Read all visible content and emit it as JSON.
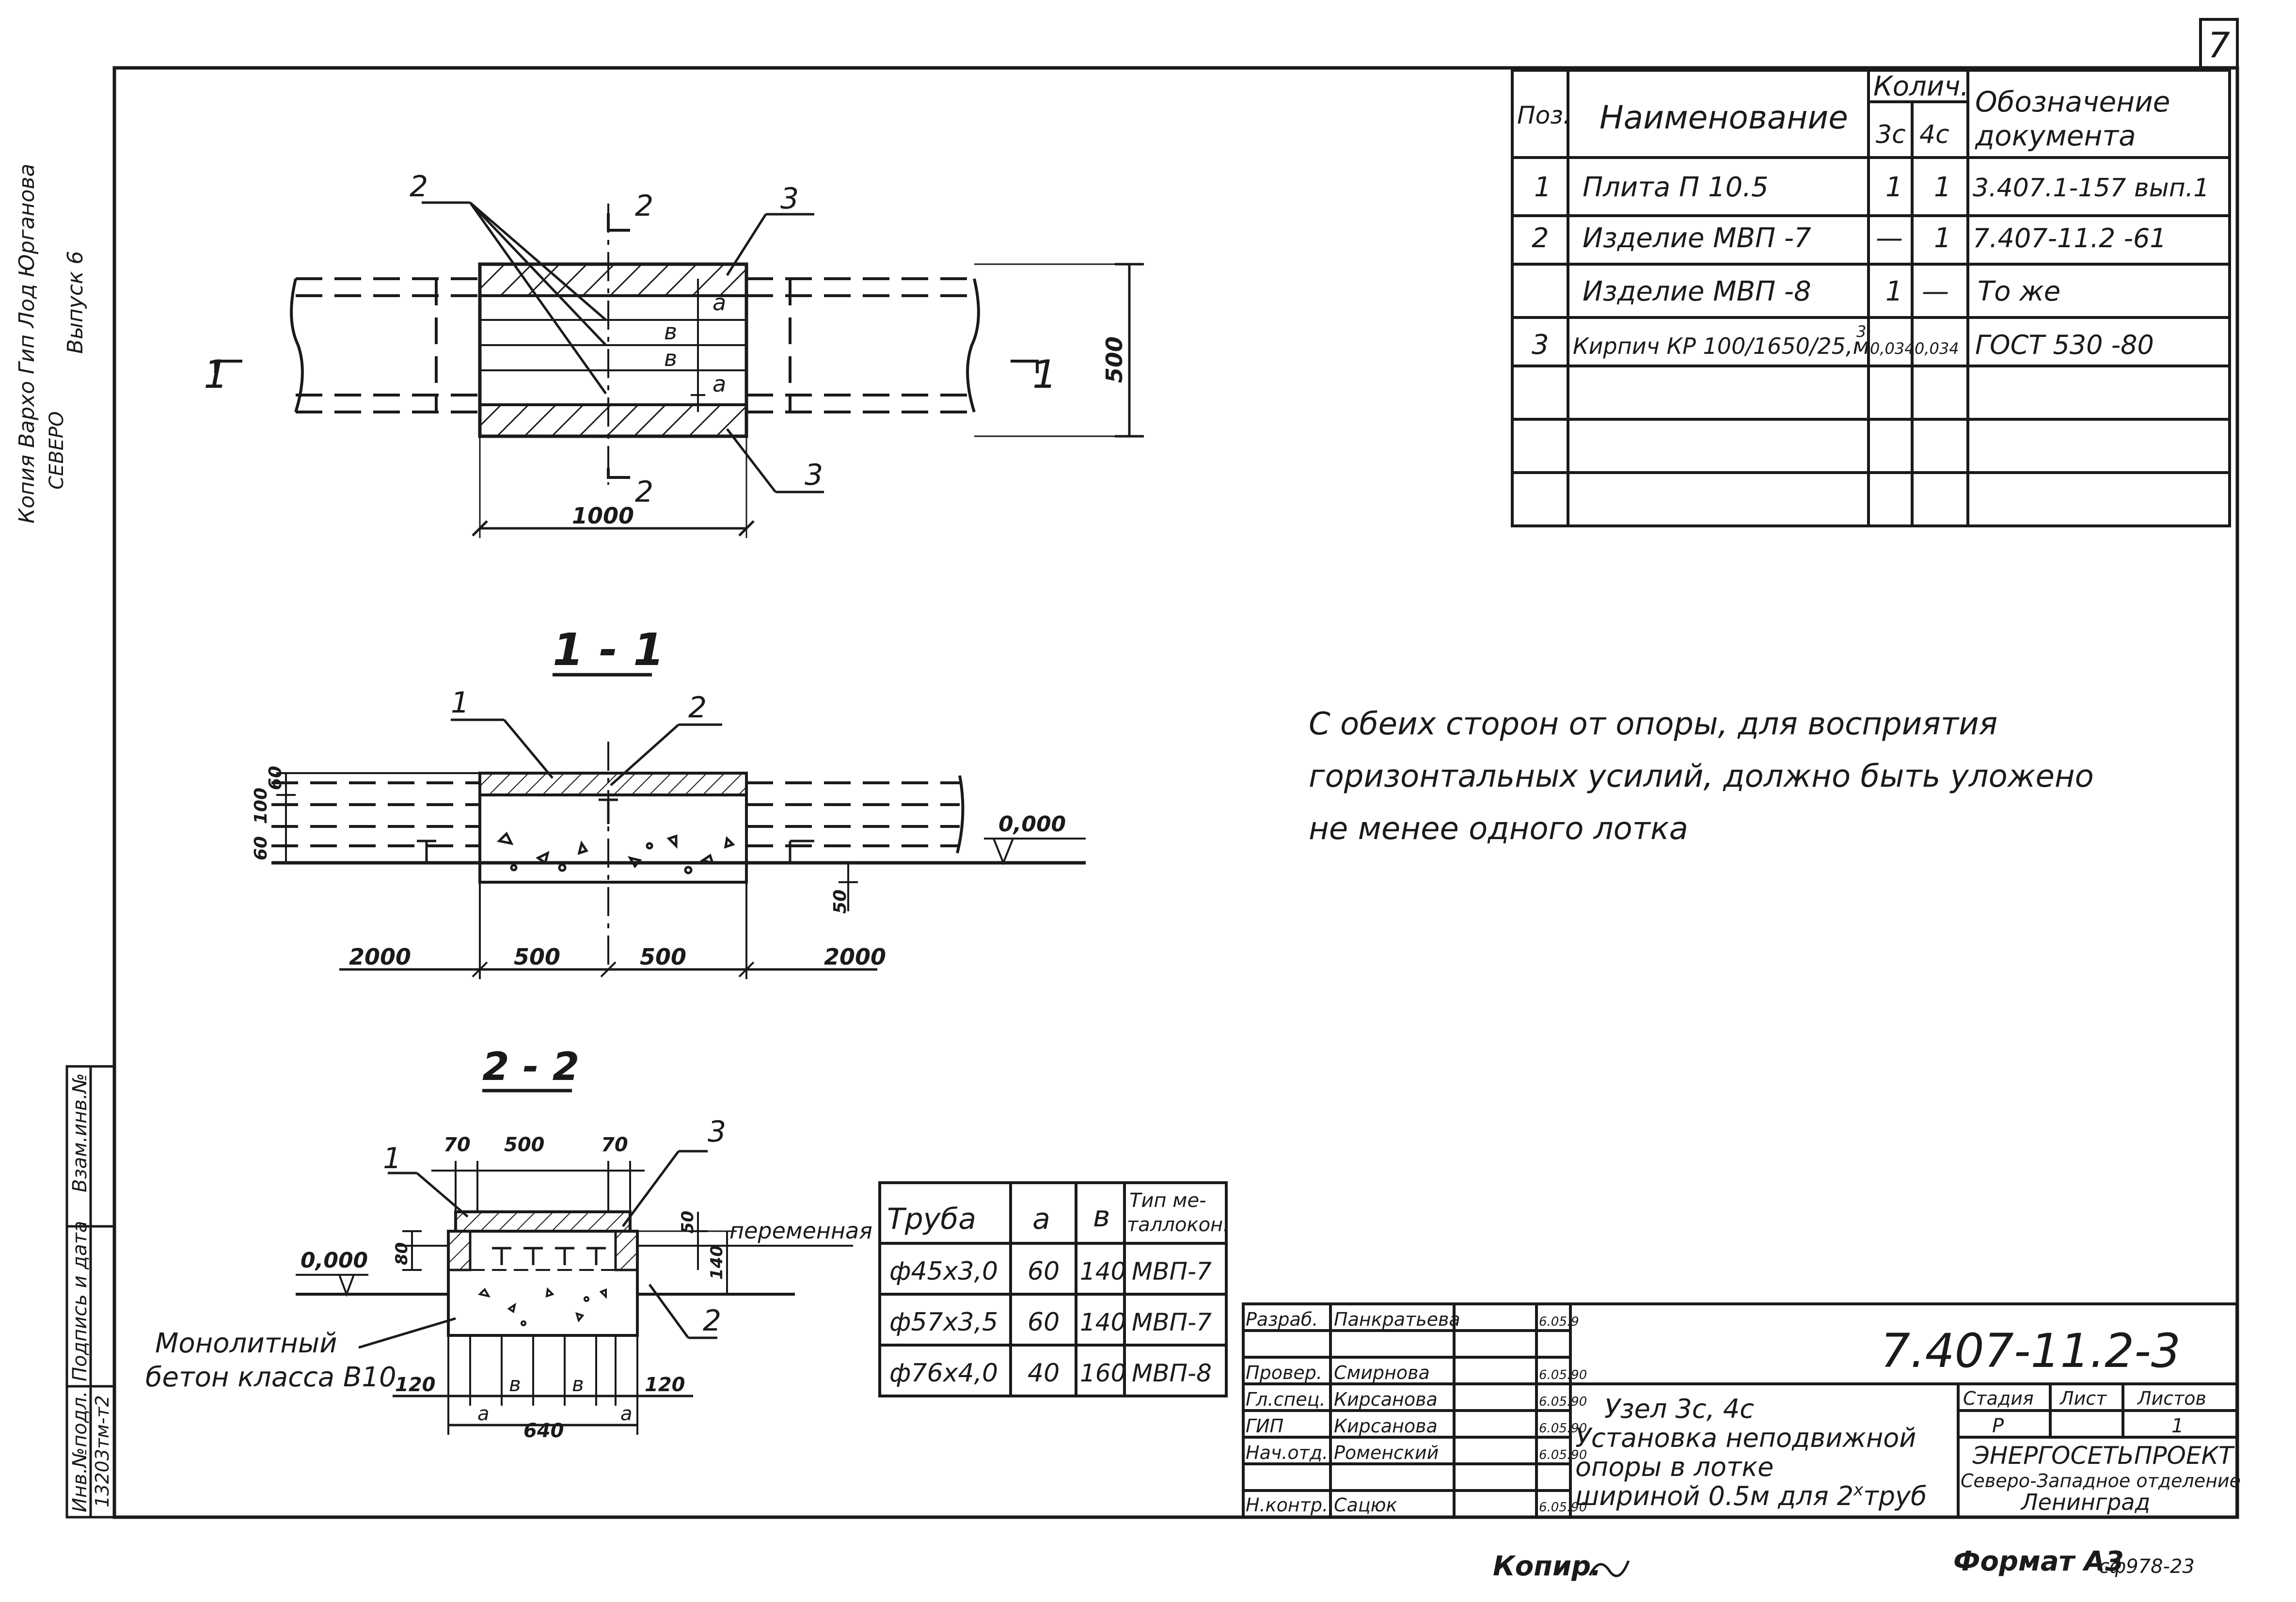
{
  "sheet_number": "7",
  "side_stamp": {
    "line1": "Копия Вархо Гип Лод Юрганова",
    "line2": "Выпуск 6",
    "line3": "СЕВЕРО"
  },
  "plan": {
    "section_mark_left": "1",
    "section_mark_right": "1",
    "cut_label_top": "2",
    "cut_label_bottom": "2",
    "callout_2": "2",
    "callout_3_top": "3",
    "callout_3_bottom": "3",
    "dim_a1": "a",
    "dim_b1": "в",
    "dim_b2": "в",
    "dim_a2": "a",
    "dim_500": "500",
    "dim_1000": "1000"
  },
  "section_1_1": {
    "title": "1 - 1",
    "callout_1": "1",
    "callout_2": "2",
    "dim_60_top": "60",
    "dim_100": "100",
    "dim_60_bottom": "60",
    "elevation": "0,000",
    "dim_50": "50",
    "dim_2000_left": "2000",
    "dim_500_left": "500",
    "dim_500_right": "500",
    "dim_2000_right": "2000"
  },
  "section_2_2": {
    "title": "2 - 2",
    "callout_1": "1",
    "callout_2": "2",
    "callout_3": "3",
    "dim_70_left": "70",
    "dim_500": "500",
    "dim_70_right": "70",
    "dim_50": "50",
    "dim_80": "80",
    "dim_140": "140",
    "variable_label": "переменная",
    "elevation": "0,000",
    "concrete_line1": "Монолитный",
    "concrete_line2": "бетон класса B10",
    "dim_120_left": "120",
    "dim_b_left": "в",
    "dim_b_right": "в",
    "dim_120_right": "120",
    "dim_a_left": "a",
    "dim_a_right": "a",
    "dim_640": "640"
  },
  "spec_table": {
    "headers": {
      "pos": "Поз.",
      "name": "Наименование",
      "qty": "Колич.",
      "qty_3c": "3с",
      "qty_4c": "4с",
      "doc": "Обозначение документа",
      "doc_line1": "Обозначение",
      "doc_line2": "документа"
    },
    "rows": [
      {
        "pos": "1",
        "name": "Плита П 10.5",
        "q3": "1",
        "q4": "1",
        "doc": "3.407.1-157 вып.1"
      },
      {
        "pos": "2",
        "name": "Изделие МВП -7",
        "q3": "—",
        "q4": "1",
        "doc": "7.407-11.2 -61"
      },
      {
        "pos": "",
        "name": "Изделие МВП -8",
        "q3": "1",
        "q4": "—",
        "doc": "То же"
      },
      {
        "pos": "3",
        "name": "Кирпич КР 100/1650/25,м",
        "q3": "0,034",
        "q4": "0,034",
        "doc": "ГОСТ 530 -80"
      }
    ],
    "name_superscript": "3"
  },
  "note": {
    "line1": "С обеих сторон от опоры, для восприятия",
    "line2": "горизонтальных усилий, должно быть уложено",
    "line3": "не менее одного лотка"
  },
  "pipe_table": {
    "headers": {
      "pipe": "Труба",
      "a": "a",
      "b": "в",
      "type_line1": "Тип ме-",
      "type_line2": "таллокон."
    },
    "rows": [
      {
        "pipe": "ф45х3,0",
        "a": "60",
        "b": "140",
        "type": "МВП-7"
      },
      {
        "pipe": "ф57х3,5",
        "a": "60",
        "b": "140",
        "type": "МВП-7"
      },
      {
        "pipe": "ф76х4,0",
        "a": "40",
        "b": "160",
        "type": "МВП-8"
      }
    ]
  },
  "title_block": {
    "code": "7.407-11.2-3",
    "people": [
      {
        "role": "Разраб.",
        "name": "Панкратьева",
        "date": "6.05.9"
      },
      {
        "role": "Провер.",
        "name": "Смирнова",
        "date": "6.05.90"
      },
      {
        "role": "Гл.спец.",
        "name": "Кирсанова",
        "date": "6.05.90"
      },
      {
        "role": "ГИП",
        "name": "Кирсанова",
        "date": "6.05.90"
      },
      {
        "role": "Нач.отд.",
        "name": "Роменский",
        "date": "6.05.90"
      },
      {
        "role": "Н.контр.",
        "name": "Сацюк",
        "date": "6.05.90"
      }
    ],
    "description": {
      "line1": "Узел 3с, 4с",
      "line2": "Установка неподвижной",
      "line3": "опоры в лотке",
      "line4": "шириной 0.5м для 2",
      "line4_sup": "х",
      "line4_end": "труб"
    },
    "stage_label": "Стадия",
    "sheet_label": "Лист",
    "sheets_label": "Листов",
    "stage": "Р",
    "sheet": "",
    "sheets": "1",
    "org_line1": "ЭНЕРГОСЕТЬПРОЕКТ",
    "org_line2": "Северо-Западное отделение",
    "org_line3": "Ленинград"
  },
  "left_strip": {
    "col1": "Инв.№подл.",
    "col2": "Подпись и дата",
    "col3": "Взам.инв.№",
    "inv_value": "13203тм-т2"
  },
  "footer": {
    "copied": "Копир.",
    "format": "Формат А3",
    "stamp": "сф978-23"
  },
  "colors": {
    "ink": "#1a1a1a",
    "paper": "#ffffff"
  }
}
